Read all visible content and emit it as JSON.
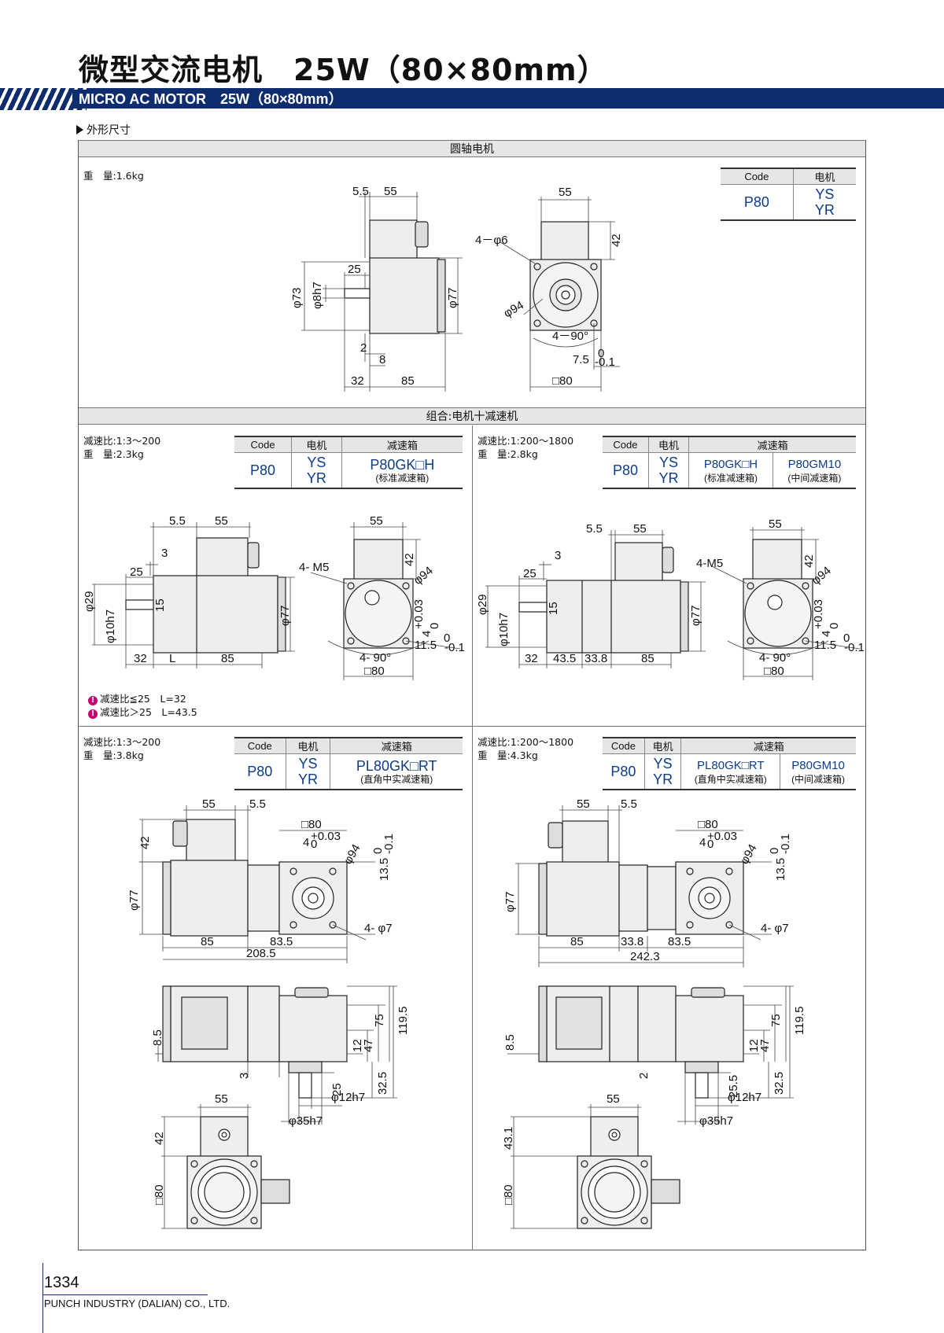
{
  "page": {
    "title": "微型交流电机　25W（80×80mm）",
    "banner": "MICRO AC MOTOR　25W（80×80mm）",
    "section_label": "外形尺寸",
    "page_number": "1334",
    "company": "PUNCH INDUSTRY (DALIAN) CO., LTD."
  },
  "round_shaft": {
    "header": "圆轴电机",
    "weight": "重　量:1.6kg",
    "table": {
      "h_code": "Code",
      "h_motor": "电机",
      "code": "P80",
      "motor": [
        "YS",
        "YR"
      ]
    },
    "dims": {
      "d55a": "5.5",
      "d55b": "55",
      "d55c": "55",
      "d42": "42",
      "d46": "4－φ6",
      "d73": "φ73",
      "d8": "φ8h7",
      "d25": "25",
      "d77": "φ77",
      "d94": "φ94",
      "d2": "2",
      "d8b": "8",
      "d490": "4－90°",
      "d75": "7.5",
      "d75sup": "0",
      "d75sub": "-0.1",
      "d32": "32",
      "d85": "85",
      "d80": "□80"
    }
  },
  "combo": {
    "header": "组合:电机十减速机",
    "p1": {
      "ratio": "减速比:1:3～200",
      "weight": "重　量:2.3kg",
      "table": {
        "h_code": "Code",
        "h_motor": "电机",
        "h_gear": "减速箱",
        "code": "P80",
        "motor": [
          "YS",
          "YR"
        ],
        "gear": "P80GK□H",
        "gear_sub": "(标准减速箱)"
      },
      "notes": [
        "减速比≦25　L=32",
        "减速比＞25　L=43.5"
      ],
      "dims": {
        "a": "5.5",
        "b": "55",
        "c": "3",
        "d": "25",
        "e": "φ29",
        "f": "15",
        "g": "φ10h7",
        "h": "φ77",
        "i": "32",
        "j": "L",
        "k": "85",
        "l": "55",
        "m": "42",
        "n": "4- M5",
        "o": "φ94",
        "p": "4",
        "p2": "+0.03",
        "p3": "0",
        "q": "11.5",
        "q2": "0",
        "q3": "-0.1",
        "r": "4- 90°",
        "s": "□80"
      }
    },
    "p2": {
      "ratio": "减速比:1:200～1800",
      "weight": "重　量:2.8kg",
      "table": {
        "h_code": "Code",
        "h_motor": "电机",
        "h_gear": "减速箱",
        "code": "P80",
        "motor": [
          "YS",
          "YR"
        ],
        "gear": "P80GK□H",
        "gear_sub": "(标准减速箱)",
        "gear2": "P80GM10",
        "gear2_sub": "(中间减速箱)"
      },
      "dims": {
        "a": "5.5",
        "b": "55",
        "c": "3",
        "d": "25",
        "e": "φ29",
        "f": "15",
        "g": "φ10h7",
        "h": "φ77",
        "i": "32",
        "j": "43.5",
        "j2": "33.8",
        "k": "85",
        "l": "55",
        "m": "42",
        "n": "4-M5",
        "o": "φ94",
        "p": "4",
        "p2": "+0.03",
        "p3": "0",
        "q": "11.5",
        "q2": "0",
        "q3": "-0.1",
        "r": "4- 90°",
        "s": "□80"
      }
    },
    "p3": {
      "ratio": "减速比:1:3～200",
      "weight": "重　量:3.8kg",
      "table": {
        "h_code": "Code",
        "h_motor": "电机",
        "h_gear": "减速箱",
        "code": "P80",
        "motor": [
          "YS",
          "YR"
        ],
        "gear": "PL80GK□RT",
        "gear_sub": "(直角中实减速箱)"
      },
      "dims": {
        "a": "55",
        "b": "5.5",
        "c": "42",
        "d": "□80",
        "e": "4",
        "e2": "+0.03",
        "e3": "0",
        "f": "φ94",
        "g": "13.5",
        "g2": "0",
        "g3": "-0.1",
        "h": "φ77",
        "i": "4- φ7",
        "j": "85",
        "k": "83.5",
        "l": "208.5",
        "m": "8.5",
        "n": "12",
        "o": "47",
        "p": "75",
        "q": "119.5",
        "r": "3",
        "s": "25",
        "t": "32.5",
        "u": "φ12h7",
        "v": "φ35h7",
        "w": "55",
        "x": "42",
        "y": "□80"
      }
    },
    "p4": {
      "ratio": "减速比:1:200～1800",
      "weight": "重　量:4.3kg",
      "table": {
        "h_code": "Code",
        "h_motor": "电机",
        "h_gear": "减速箱",
        "code": "P80",
        "motor": [
          "YS",
          "YR"
        ],
        "gear": "PL80GK□RT",
        "gear_sub": "(直角中实减速箱)",
        "gear2": "P80GM10",
        "gear2_sub": "(中间减速箱)"
      },
      "dims": {
        "a": "55",
        "b": "5.5",
        "c": "□80",
        "d": "4",
        "d2": "+0.03",
        "d3": "0",
        "e": "φ94",
        "f": "13.5",
        "f2": "0",
        "f3": "-0.1",
        "g": "φ77",
        "h": "4- φ7",
        "i": "85",
        "j": "33.8",
        "k": "83.5",
        "l": "242.3",
        "m": "8.5",
        "n": "12",
        "o": "47",
        "p": "75",
        "q": "119.5",
        "r": "2",
        "s": "25.5",
        "t": "32.5",
        "u": "φ12h7",
        "v": "φ35h7",
        "w": "55",
        "x": "43.1",
        "y": "□80"
      }
    }
  },
  "colors": {
    "navy": "#0d2d6e",
    "code_blue": "#0d3c8a",
    "note_pink": "#c6006f"
  }
}
